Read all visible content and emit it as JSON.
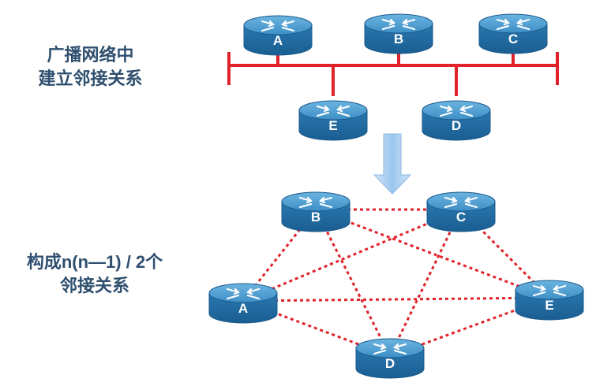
{
  "captions": {
    "broadcast_line1": "广播网络中",
    "broadcast_line2": "建立邻接关系",
    "mesh_line1": "构成n(n—1) / 2个",
    "mesh_line2": "邻接关系"
  },
  "top_routers": [
    {
      "label": "A"
    },
    {
      "label": "B"
    },
    {
      "label": "C"
    },
    {
      "label": "E"
    },
    {
      "label": "D"
    }
  ],
  "mesh_routers": [
    {
      "label": "B"
    },
    {
      "label": "C"
    },
    {
      "label": "A"
    },
    {
      "label": "E"
    },
    {
      "label": "D"
    }
  ],
  "colors": {
    "bus": "#e0222a",
    "mesh_link": "#e0222a",
    "router_body": "#2e7fb8",
    "router_top": "#5aa6d6",
    "router_label": "#ffffff",
    "caption": "#2f4f6f",
    "arrow": "#a9cdf0"
  }
}
